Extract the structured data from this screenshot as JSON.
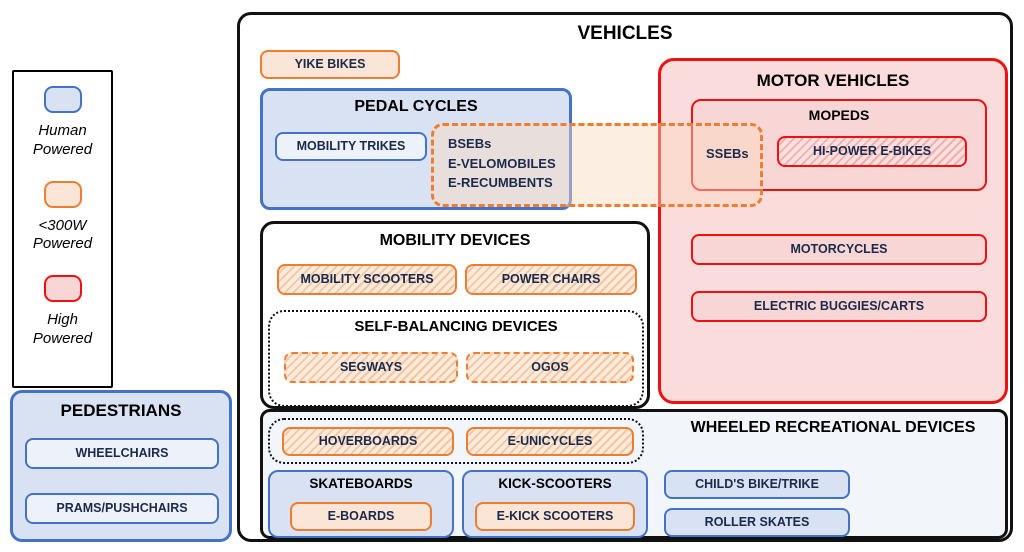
{
  "legend": {
    "items": [
      {
        "label": "Human Powered",
        "border": "#4472C4",
        "fill": "#D9E2F3"
      },
      {
        "label": "<300W Powered",
        "border": "#ED7D31",
        "fill": "#FBE5D6"
      },
      {
        "label": "High Powered",
        "border": "#ED1111",
        "fill": "#F9D6D6"
      }
    ]
  },
  "pedestrians": {
    "title": "PEDESTRIANS",
    "items": [
      "WHEELCHAIRS",
      "PRAMS/PUSHCHAIRS"
    ]
  },
  "vehicles": {
    "title": "VEHICLES",
    "yike_bikes": "YIKE BIKES",
    "pedal_cycles": {
      "title": "PEDAL CYCLES",
      "mobility_trikes": "MOBILITY TRIKES"
    },
    "low_power_overlap": {
      "lines": [
        "BSEBs",
        "E-VELOMOBILES",
        "E-RECUMBENTS"
      ],
      "ssebs": "SSEBs"
    },
    "motor_vehicles": {
      "title": "MOTOR VEHICLES",
      "mopeds": {
        "title": "MOPEDS",
        "hi_power_e_bikes": "HI-POWER E-BIKES"
      },
      "motorcycles": "MOTORCYCLES",
      "electric_buggies_carts": "ELECTRIC BUGGIES/CARTS"
    },
    "mobility_devices": {
      "title": "MOBILITY DEVICES",
      "mobility_scooters": "MOBILITY SCOOTERS",
      "power_chairs": "POWER CHAIRS",
      "self_balancing_devices": {
        "title": "SELF-BALANCING DEVICES",
        "segways": "SEGWAYS",
        "ogos": "OGOS"
      }
    },
    "wheeled_recreational_devices": {
      "title": "WHEELED RECREATIONAL DEVICES",
      "hoverboards": "HOVERBOARDS",
      "e_unicycles": "E-UNICYCLES",
      "skateboards": {
        "title": "SKATEBOARDS",
        "e_boards": "E-BOARDS"
      },
      "kick_scooters": {
        "title": "KICK-SCOOTERS",
        "e_kick_scooters": "E-KICK SCOOTERS"
      },
      "childs_bike_trike": "CHILD'S BIKE/TRIKE",
      "roller_skates": "ROLLER SKATES"
    }
  }
}
